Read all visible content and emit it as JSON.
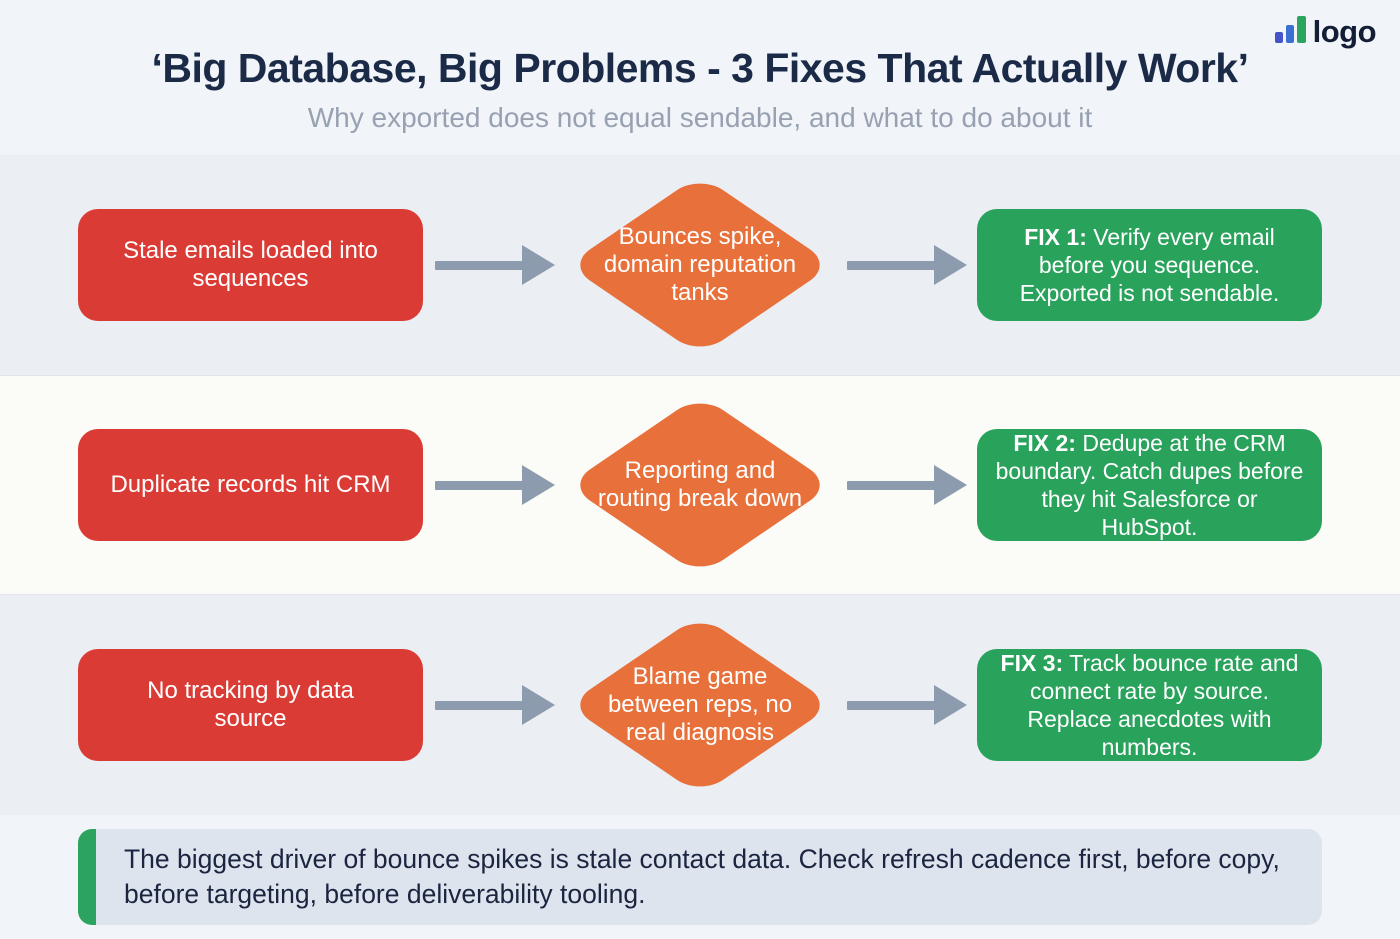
{
  "logo": {
    "text": "logo",
    "icon": "bar-chart-icon",
    "bar_colors": [
      "#4554C8",
      "#3C6ED4",
      "#2BA55E"
    ]
  },
  "header": {
    "title": "‘Big Database, Big Problems - 3 Fixes That Actually Work’",
    "subtitle": "Why exported does not equal sendable, and what to do about it"
  },
  "colors": {
    "page_background": "#F1F4F8",
    "band_gray": "#EBEEF3",
    "band_white": "#FBFBF8",
    "problem_red": "#DB3B35",
    "symptom_orange": "#E8713B",
    "fix_green": "#29A25C",
    "arrow_gray": "#8C9CAE",
    "title_navy": "#1B2A47",
    "subtitle_gray": "#97A1B1",
    "callout_background": "#DEE4EE",
    "callout_accent": "#2CA45F"
  },
  "rows": [
    {
      "problem": "Stale emails loaded into sequences",
      "symptom": "Bounces spike, domain reputation tanks",
      "fix_label": "FIX 1:",
      "fix_text": "Verify every email before you sequence. Exported is not sendable."
    },
    {
      "problem": "Duplicate records hit CRM",
      "symptom": "Reporting and routing break down",
      "fix_label": "FIX 2:",
      "fix_text": "Dedupe at the CRM boundary. Catch dupes before they hit Salesforce or HubSpot."
    },
    {
      "problem": "No tracking by data source",
      "symptom": "Blame game between reps, no real diagnosis",
      "fix_label": "FIX 3:",
      "fix_text": "Track bounce rate and connect rate by source. Replace anecdotes with numbers."
    }
  ],
  "callout": {
    "text": "The biggest driver of bounce spikes is stale contact data. Check refresh cadence first, before copy, before targeting, before deliverability tooling."
  }
}
